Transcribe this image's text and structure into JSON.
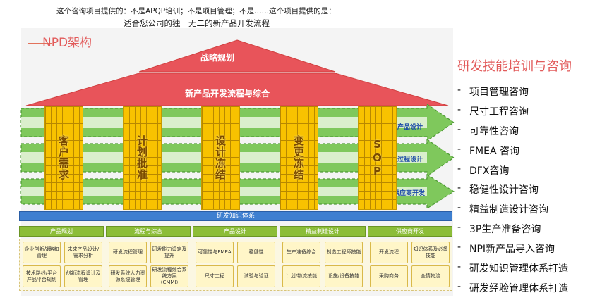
{
  "intro": {
    "line1": "这个咨询项目提供的：不是APQP培训；不是项目管理；不是……这个项目提供的是：",
    "line2": "适合您公司的独一无二的新产品开发流程"
  },
  "title": "NPD架构",
  "roof": {
    "top_label": "战略规划",
    "bottom_label": "新产品开发流程与综合"
  },
  "bands": [
    {
      "label": "产品设计"
    },
    {
      "label": "过程设计"
    },
    {
      "label": "供应商开发"
    }
  ],
  "pillars": [
    {
      "label": "客户需求"
    },
    {
      "label": "计划批准"
    },
    {
      "label": "设计冻结"
    },
    {
      "label": "变更冻结"
    },
    {
      "label": "SOP"
    }
  ],
  "foundation": "研发知识体系",
  "categories": [
    "产品规划",
    "流程与综合",
    "产品设计",
    "精益制造设计",
    "供应商开发"
  ],
  "cells": [
    [
      "企业创新战略和管理",
      "未来产品设计/需求分析",
      "研发流程管理",
      "研发能力设定及提升",
      "可靠性与FMEA",
      "稳健性",
      "生产准备综合",
      "制造工程师技能",
      "开发流程",
      "知识体系及必备技能"
    ],
    [
      "技术路线/平台产品平台规划",
      "创新流程设计及管理",
      "研发系统人力资源系统管理",
      "研发流程综合系统方案（CMMI）",
      "尺寸工程",
      "试验与验证",
      "计划/物流技能",
      "设施/设备技能",
      "采购商务",
      "全情物流"
    ]
  ],
  "right_panel": {
    "title": "研发技能培训与咨询",
    "bullet": "-",
    "items": [
      "项目管理咨询",
      "尺寸工程咨询",
      "可靠性咨询",
      "FMEA 咨询",
      "DFX咨询",
      "稳健性设计咨询",
      "精益制造设计咨询",
      "3P生产准备咨询",
      "NPI新产品导入咨询",
      "研发知识管理体系打造",
      "研发经验管理体系打造"
    ]
  },
  "colors": {
    "roof": "#e8545a",
    "band": "#6fbf4f",
    "pillar": "#f8c200",
    "foundation": "#3e7fd0",
    "category": "#8cbd38",
    "accent_text": "#e25b5b"
  }
}
